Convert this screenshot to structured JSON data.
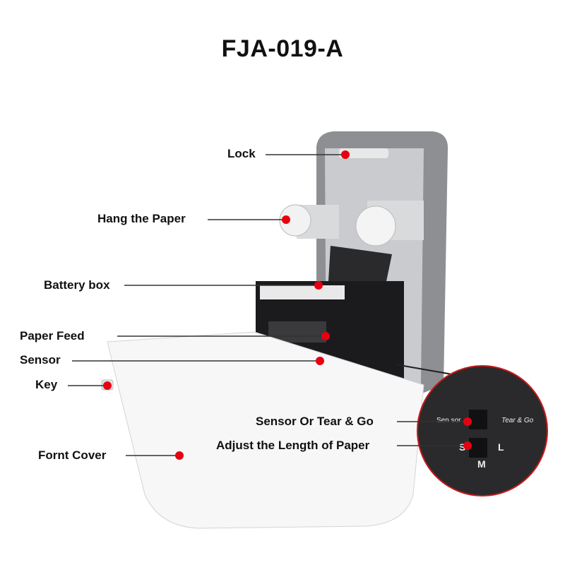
{
  "title": "FJA-019-A",
  "labels": {
    "lock": "Lock",
    "hang_paper": "Hang the Paper",
    "battery_box": "Battery box",
    "paper_feed": "Paper Feed",
    "sensor": "Sensor",
    "key": "Key",
    "front_cover": "Fornt Cover",
    "sensor_tear_go": "Sensor Or Tear & Go",
    "adjust_length": "Adjust the Length of Paper"
  },
  "switch_labels": {
    "sensor": "Sen sor",
    "tear_go": "Tear & Go",
    "s": "S",
    "l": "L",
    "m": "M"
  },
  "colors": {
    "marker": "#e60012",
    "body_gray": "#8d8f93",
    "inner_gray": "#c9cbce",
    "cover_white": "#f7f7f8",
    "panel_black": "#1b1b1d"
  }
}
